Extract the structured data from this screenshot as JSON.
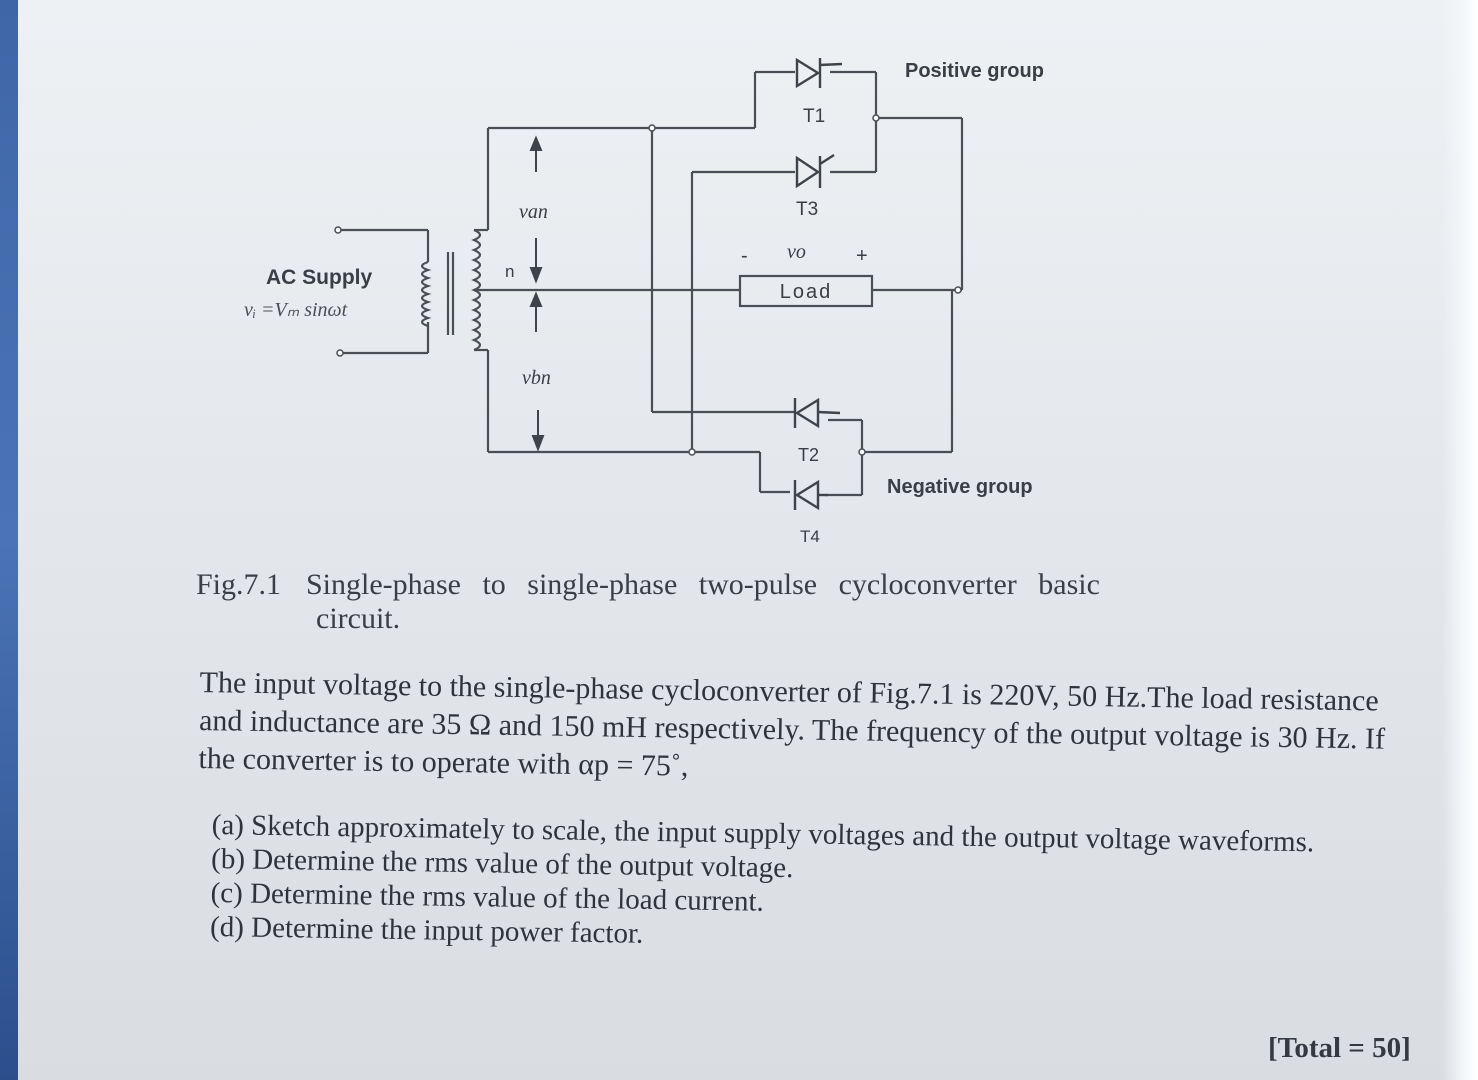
{
  "figure": {
    "labels": {
      "positive_group": "Positive group",
      "negative_group": "Negative group",
      "ac_supply": "AC Supply",
      "supply_equation": "vᵢ =Vₘ sinωt",
      "neutral": "n",
      "van": "van",
      "vbn": "vbn",
      "vo": "vo",
      "minus": "-",
      "plus": "+",
      "load": "Load",
      "t1": "T1",
      "t2": "T2",
      "t3": "T3",
      "t4": "T4"
    },
    "caption_label": "Fig.7.1",
    "caption_line1": "Single-phase to single-phase two-pulse cycloconverter basic",
    "caption_line2": "circuit."
  },
  "problem": {
    "text": "The input voltage to the single-phase cycloconverter of Fig.7.1 is 220V, 50 Hz.The load resistance and inductance are 35 Ω and 150 mH respectively. The frequency of the output voltage is 30 Hz. If the converter is to operate with αp = 75˚,"
  },
  "parts": [
    "(a) Sketch approximately to scale, the input supply voltages and the output voltage waveforms.",
    "(b) Determine the rms value of the output voltage.",
    "(c) Determine the rms value of the load current.",
    "(d) Determine the input power factor."
  ],
  "total": "[Total = 50]"
}
